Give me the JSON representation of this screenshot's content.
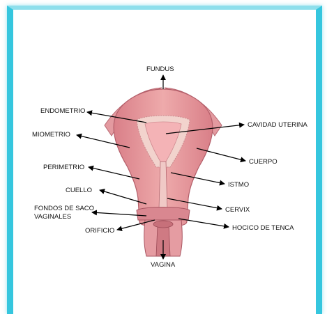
{
  "colors": {
    "frame": "#35c6de",
    "tissue": "#e8a0a4",
    "tissue_dark": "#c86f78",
    "cavity": "#f3b7b9",
    "endometrium": "#f0d0cc",
    "label": "#111111"
  },
  "labels": {
    "fundus": "FUNDUS",
    "endometrio": "ENDOMETRIO",
    "miometrio": "MIOMETRIO",
    "perimetrio": "PERIMETRIO",
    "cuello": "CUELLO",
    "fondos_line1": "FONDOS DE SACO",
    "fondos_line2": "VAGINALES",
    "orificio": "ORIFICIO",
    "vagina": "VAGINA",
    "cavidad_uterina": "CAVIDAD UTERINA",
    "cuerpo": "CUERPO",
    "istmo": "ISTMO",
    "cervix": "CERVIX",
    "hocico_de_tenca": "HOCICO DE TENCA"
  }
}
